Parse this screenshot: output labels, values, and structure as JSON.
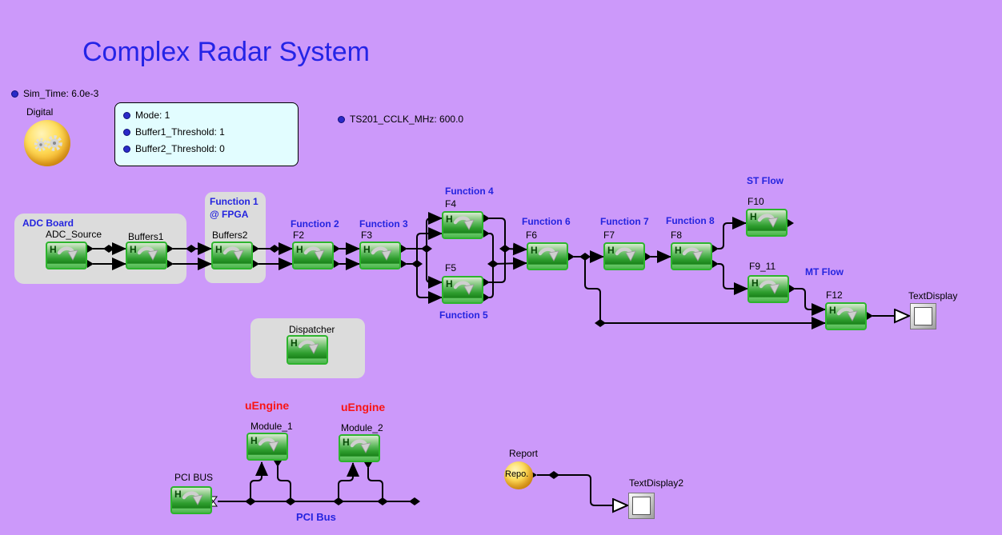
{
  "title": "Complex Radar System",
  "params": {
    "sim_time": "Sim_Time: 6.0e-3",
    "ts201": "TS201_CCLK_MHz: 600.0",
    "box_items": [
      "Mode: 1",
      "Buffer1_Threshold: 1",
      "Buffer2_Threshold: 0"
    ]
  },
  "director": {
    "label": "Digital"
  },
  "groups": {
    "adc_board": "ADC Board",
    "fpga_line1": "Function 1",
    "fpga_line2": "@ FPGA"
  },
  "annotations": {
    "function2": "Function 2",
    "function3": "Function 3",
    "function4": "Function 4",
    "function5": "Function 5",
    "function6": "Function 6",
    "function7": "Function 7",
    "function8": "Function 8",
    "st_flow": "ST Flow",
    "mt_flow": "MT Flow",
    "uengine_1": "uEngine",
    "uengine_2": "uEngine",
    "pci_bus": "PCI Bus"
  },
  "blocks": {
    "adc_source": "ADC_Source",
    "buffers1": "Buffers1",
    "buffers2": "Buffers2",
    "f2": "F2",
    "f3": "F3",
    "f4": "F4",
    "f5": "F5",
    "f6": "F6",
    "f7": "F7",
    "f8": "F8",
    "f10": "F10",
    "f9_11": "F9_11",
    "f12": "F12",
    "dispatcher": "Dispatcher",
    "module_1": "Module_1",
    "module_2": "Module_2",
    "pci_bus": "PCI BUS",
    "report": "Report",
    "report_short": "Repo.",
    "text_display": "TextDisplay",
    "text_display2": "TextDisplay2"
  },
  "icons": {
    "h": "H"
  },
  "colors": {
    "background": "#CC99FA",
    "accent_blue": "#2424DF",
    "accent_red": "#F91414",
    "group_gray": "#DCDCDC",
    "param_box": "#E2FDFF",
    "block_green_border": "#2DB42D",
    "wire": "#000000",
    "gold": "#F2A71B"
  }
}
